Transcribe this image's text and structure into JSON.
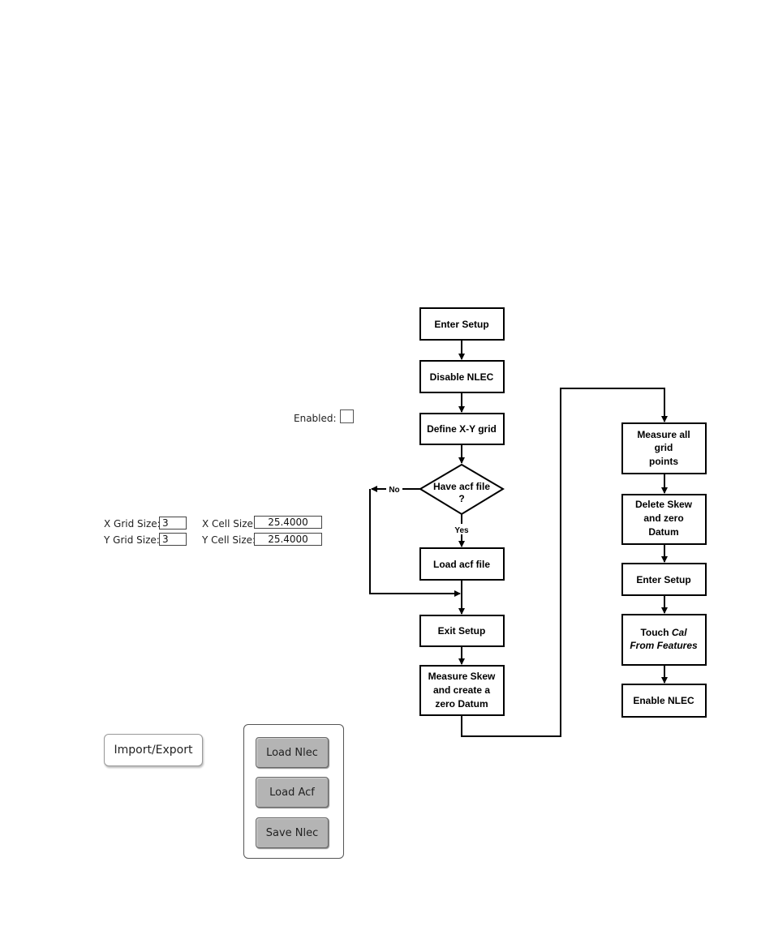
{
  "settings": {
    "enabled_label": "Enabled:",
    "enabled_checked": false,
    "x_grid_label": "X Grid Size:",
    "x_grid_value": "3",
    "y_grid_label": "Y Grid Size:",
    "y_grid_value": "3",
    "x_cell_label": "X Cell Size:",
    "x_cell_value": "25.4000",
    "y_cell_label": "Y Cell Size:",
    "y_cell_value": "25.4000"
  },
  "buttons": {
    "import_export": "Import/Export",
    "load_nlec": "Load Nlec",
    "load_acf": "Load Acf",
    "save_nlec": "Save Nlec"
  },
  "flowchart": {
    "enter_setup": "Enter Setup",
    "disable_nlec": "Disable NLEC",
    "define_grid": "Define X-Y grid",
    "have_acf_line1": "Have acf file",
    "have_acf_line2": "?",
    "no_label": "No",
    "yes_label": "Yes",
    "load_acf_file": "Load acf file",
    "exit_setup": "Exit Setup",
    "measure_skew_line1": "Measure Skew",
    "measure_skew_line2": "and create a",
    "measure_skew_line3": "zero Datum",
    "measure_all_line1": "Measure all",
    "measure_all_line2": "grid",
    "measure_all_line3": "points",
    "delete_skew_line1": "Delete Skew",
    "delete_skew_line2": "and zero",
    "delete_skew_line3": "Datum",
    "enter_setup_2": "Enter Setup",
    "touch_cal_line1_prefix": "Touch ",
    "touch_cal_line1_italic": "Cal",
    "touch_cal_line2": "From Features",
    "enable_nlec": "Enable NLEC"
  }
}
